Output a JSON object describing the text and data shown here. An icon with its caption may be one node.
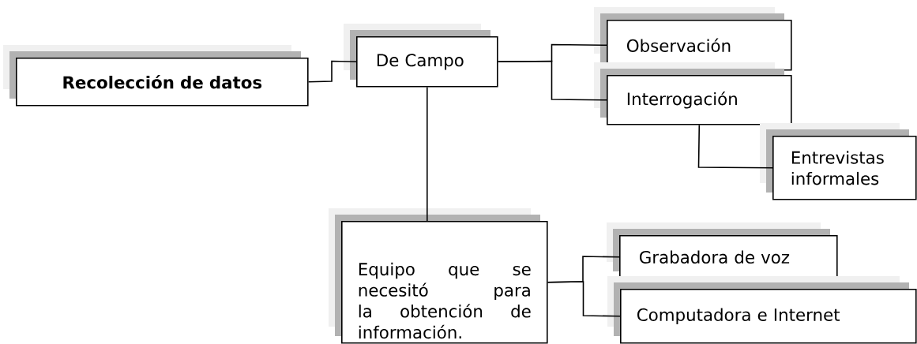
{
  "diagram": {
    "nodes": [
      {
        "text": [
          "Recolección de datos"
        ]
      },
      {
        "text": [
          "De Campo"
        ]
      },
      {
        "text": [
          "Observación"
        ]
      },
      {
        "text": [
          "Interrogación"
        ]
      },
      {
        "text": [
          "Entrevistas informales"
        ]
      },
      {
        "text": [
          "Equipo que se necesitó para la obtención de información."
        ]
      },
      {
        "text": [
          "Grabadora de voz"
        ]
      },
      {
        "text": [
          "Computadora e Internet"
        ]
      }
    ],
    "edges": [
      {
        "from": 0,
        "to": 1,
        "arrow": "none"
      },
      {
        "from": 1,
        "to": 2,
        "arrow": "none"
      },
      {
        "from": 1,
        "to": 3,
        "arrow": "none"
      },
      {
        "from": 3,
        "to": 4,
        "arrow": "none"
      },
      {
        "from": 1,
        "to": 5,
        "arrow": "none"
      },
      {
        "from": 5,
        "to": 6,
        "arrow": "none"
      },
      {
        "from": 5,
        "to": 7,
        "arrow": "none"
      }
    ]
  }
}
